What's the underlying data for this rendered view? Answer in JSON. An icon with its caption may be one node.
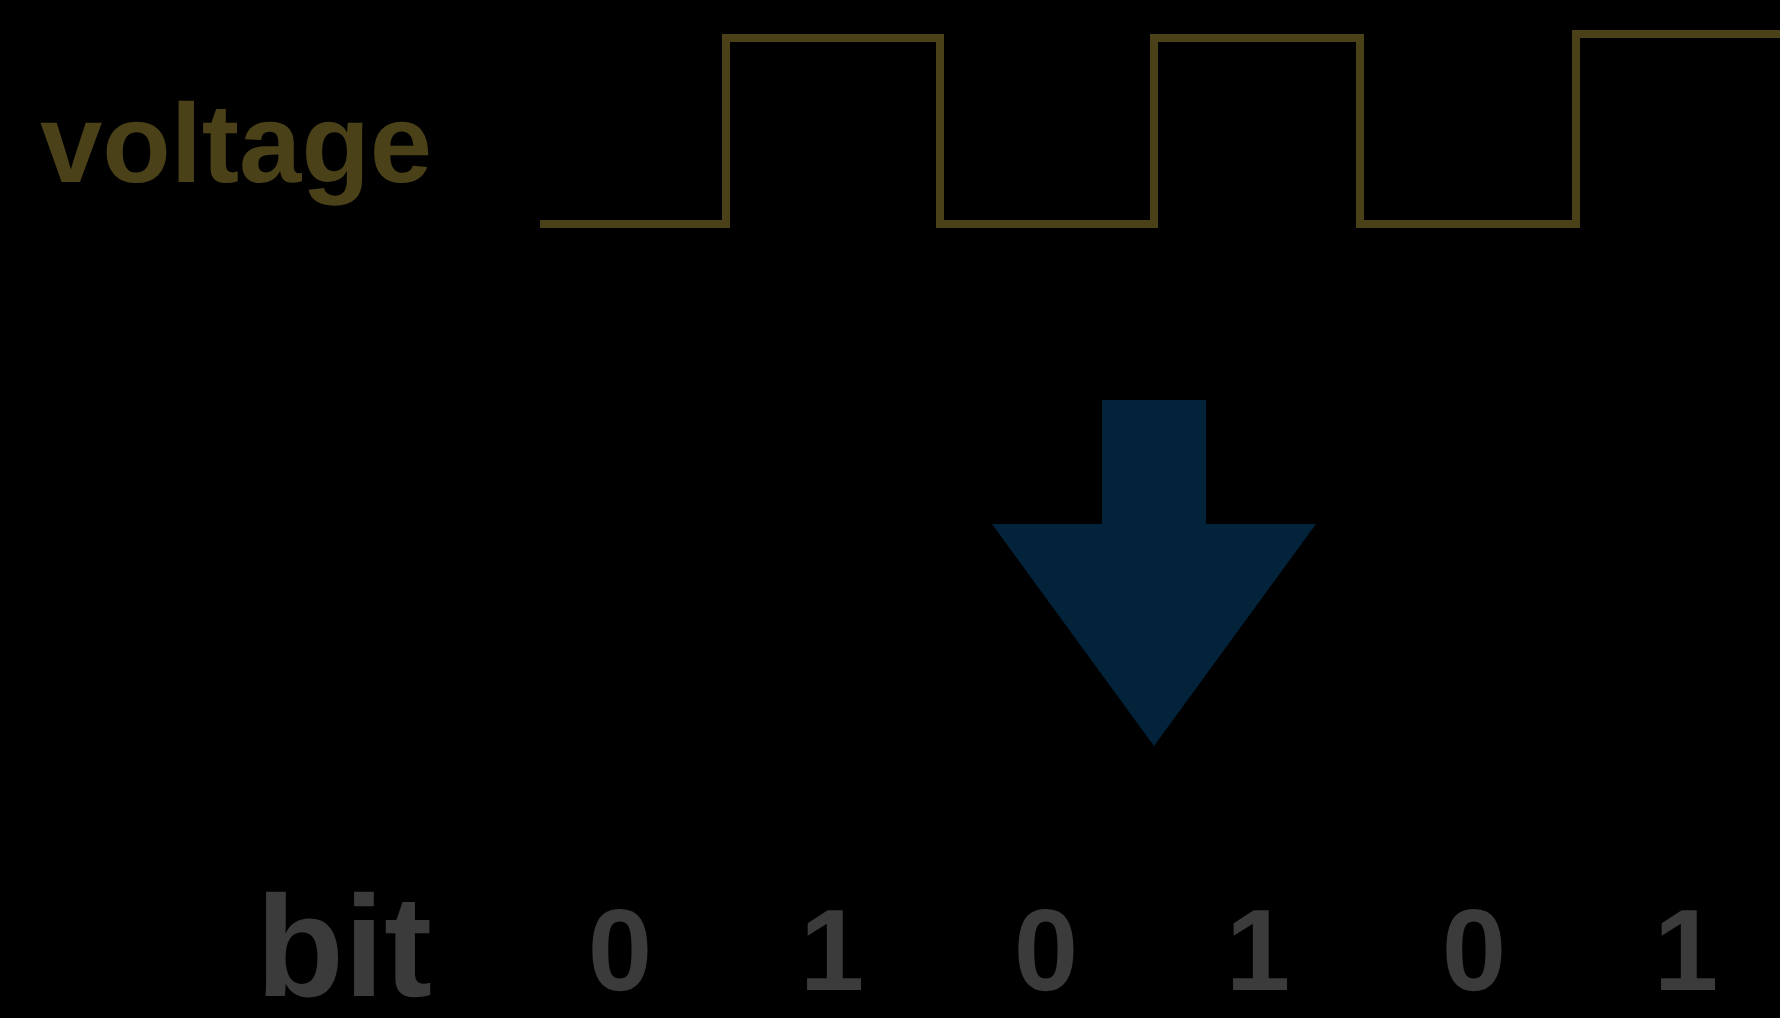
{
  "diagram": {
    "labels": [
      "voltage",
      "bit",
      "0",
      "1",
      "0",
      "1",
      "0",
      "1"
    ]
  }
}
